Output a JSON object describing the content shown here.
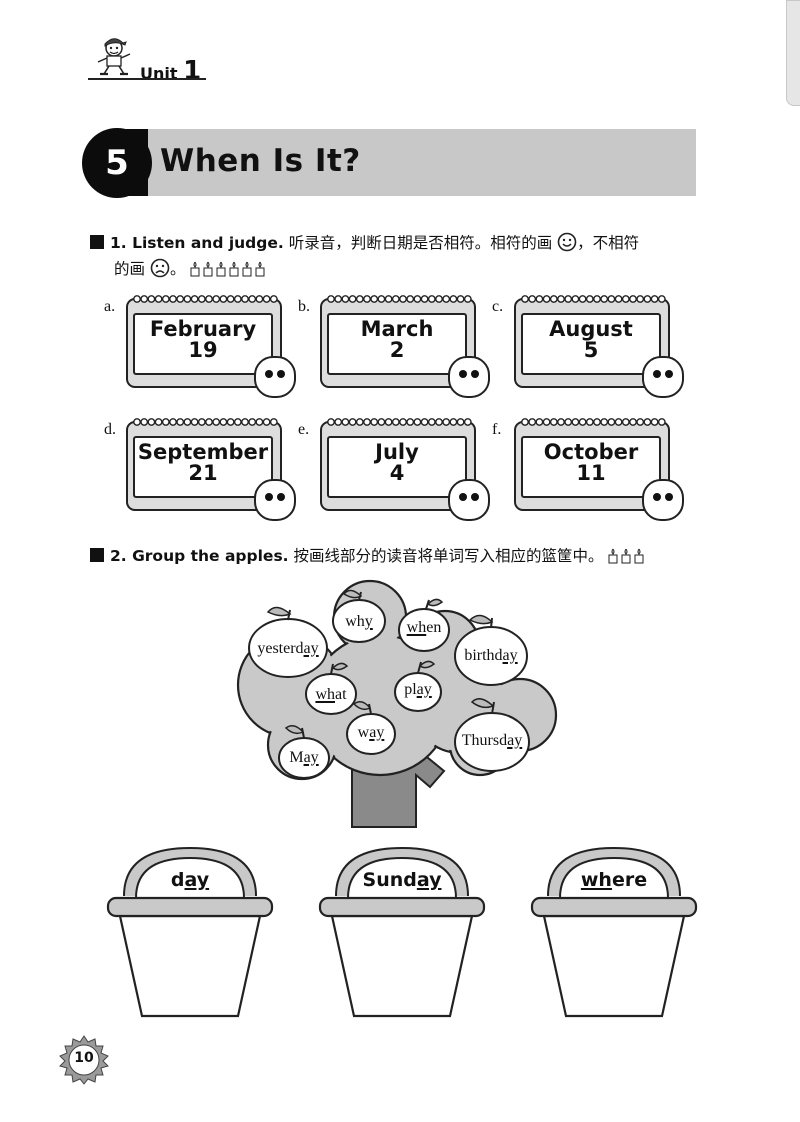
{
  "header": {
    "unit_label": "Unit",
    "unit_number": "1"
  },
  "title": {
    "number": "5",
    "text": "When Is It?"
  },
  "task1": {
    "label": "1. Listen and judge.",
    "instruction_a": "听录音，判断日期是否相符。相符的画",
    "instruction_b": "，不相符",
    "instruction_c": "的画",
    "instruction_d": "。"
  },
  "calendars": [
    {
      "letter": "a.",
      "month": "February",
      "day": "19"
    },
    {
      "letter": "b.",
      "month": "March",
      "day": "2"
    },
    {
      "letter": "c.",
      "month": "August",
      "day": "5"
    },
    {
      "letter": "d.",
      "month": "September",
      "day": "21"
    },
    {
      "letter": "e.",
      "month": "July",
      "day": "4"
    },
    {
      "letter": "f.",
      "month": "October",
      "day": "11"
    }
  ],
  "task2": {
    "label": "2. Group the apples.",
    "instruction": "按画线部分的读音将单词写入相应的篮筐中。"
  },
  "apples": [
    {
      "pre": "yesterd",
      "u": "ay",
      "post": ""
    },
    {
      "pre": "wh",
      "u": "y",
      "post": ""
    },
    {
      "pre": "",
      "u": "wh",
      "post": "en"
    },
    {
      "pre": "birthd",
      "u": "ay",
      "post": ""
    },
    {
      "pre": "",
      "u": "wh",
      "post": "at"
    },
    {
      "pre": "pl",
      "u": "ay",
      "post": ""
    },
    {
      "pre": "w",
      "u": "ay",
      "post": ""
    },
    {
      "pre": "M",
      "u": "ay",
      "post": ""
    },
    {
      "pre": "Thursd",
      "u": "ay",
      "post": ""
    }
  ],
  "baskets": [
    {
      "pre": "d",
      "u": "ay",
      "post": ""
    },
    {
      "pre": "Sund",
      "u": "ay",
      "post": ""
    },
    {
      "pre": "",
      "u": "wh",
      "post": "ere"
    }
  ],
  "page_number": "10",
  "colors": {
    "title_bar": "#c8c8c8",
    "tree_foliage": "#c9c9c9",
    "trunk": "#8a8a8a"
  }
}
